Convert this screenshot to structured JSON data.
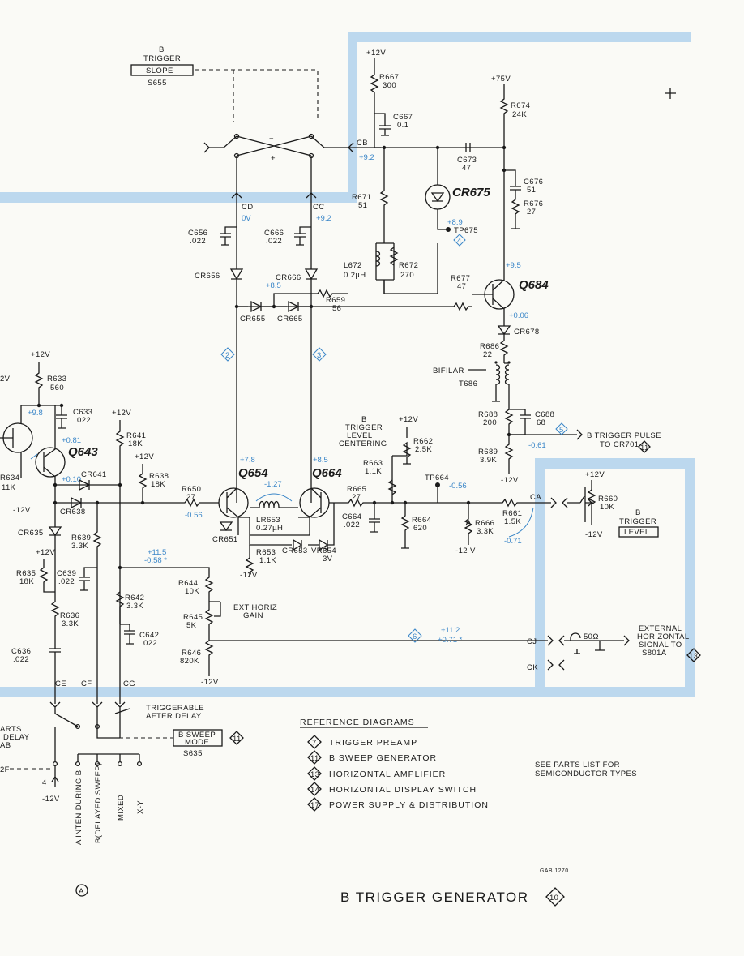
{
  "title": "B TRIGGER GENERATOR",
  "title_ref": "10",
  "doc_code": "GAB 1270",
  "corner_mark": "A",
  "colors": {
    "shield": "#bcd8ee",
    "voltage": "#3a86c8",
    "ink": "#1a1a1a"
  },
  "switch": {
    "label_top": "B",
    "label_mid": "TRIGGER",
    "button": "SLOPE",
    "ref": "S655",
    "minus": "−",
    "plus": "+"
  },
  "sweep_mode": {
    "button1": "B SWEEP",
    "button2": "MODE",
    "ref": "S635",
    "diag": "11",
    "triggerable_1": "TRIGGERABLE",
    "triggerable_2": "AFTER DELAY"
  },
  "pins": {
    "cb": "CB",
    "cc": "CC",
    "cd": "CD",
    "ce": "CE",
    "cf": "CF",
    "cg": "CG",
    "ca": "CA",
    "cj": "CJ",
    "ck": "CK"
  },
  "rails": {
    "p12": "+12V",
    "p75": "+75V",
    "m12": "-12V",
    "m12b": "-12 V",
    "m12v": "−12V",
    "p12b": "+12V"
  },
  "transistors": {
    "q684": "Q684",
    "q654": "Q654",
    "q664": "Q664",
    "q643": "Q643"
  },
  "components": {
    "r667": "R667",
    "r667v": "300",
    "c667": "C667",
    "c667v": "0.1",
    "r674": "R674",
    "r674v": "24K",
    "c673": "C673",
    "c673v": "47",
    "c676": "C676",
    "c676v": "51",
    "r676": "R676",
    "r676v": "27",
    "r671": "R671",
    "r671v": "51",
    "cr675": "CR675",
    "tp675": "TP675",
    "l672": "L672",
    "l672v": "0.2µH",
    "r672": "R672",
    "r672v": "270",
    "r677": "R677",
    "r677v": "47",
    "r659": "R659",
    "r659v": "56",
    "cr678": "CR678",
    "r686": "R686",
    "r686v": "22",
    "bifilar": "BIFILAR",
    "t686": "T686",
    "r688": "R688",
    "r688v": "200",
    "c688": "C688",
    "c688v": "68",
    "r689": "R689",
    "r689v": "3.9K",
    "c656": "C656",
    "c656v": ".022",
    "c666": "C666",
    "c666v": ".022",
    "cr656": "CR656",
    "cr666": "CR666",
    "cr655": "CR655",
    "cr665": "CR665",
    "r633": "R633",
    "r633v": "560",
    "c633": "C633",
    "c633v": ".022",
    "r641": "R641",
    "r641v": "18K",
    "r638": "R638",
    "r638v": "18K",
    "r650": "R650",
    "r650v": "27",
    "r665": "R665",
    "r665v": "27",
    "c664": "C664",
    "c664v": ".022",
    "r664": "R664",
    "r664v": "620",
    "r666": "R666",
    "r666v": "3.3K",
    "r661": "R661",
    "r661v": "1.5K",
    "r663": "R663",
    "r663v": "1.1K",
    "r662": "R662",
    "r662v": "2.5K",
    "trig_center_1": "TRIGGER",
    "trig_center_2": "LEVEL",
    "trig_center_3": "CENTERING",
    "trig_center_0": "B",
    "tp664": "TP664",
    "r660": "R660",
    "r660v": "10K",
    "trig_level_1": "B",
    "trig_level_2": "TRIGGER",
    "trig_level_3": "LEVEL",
    "cr641": "CR641",
    "cr638": "CR638",
    "cr635": "CR635",
    "cr651": "CR651",
    "lr653": "LR653",
    "lr653v": "0.27µH",
    "cr653": "CR653",
    "vr654": "VR654",
    "vr654v": "3V",
    "r653": "R653",
    "r653v": "1.1K",
    "r634": "R634",
    "r634v": "11K",
    "r639": "R639",
    "r639v": "3.3K",
    "c639": "C639",
    "c639v": ".022",
    "r635": "R635",
    "r635v": "18K",
    "r636": "R636",
    "r636v": "3.3K",
    "c636": "C636",
    "c636v": ".022",
    "r642": "R642",
    "r642v": "3.3K",
    "c642": "C642",
    "c642v": ".022",
    "r644": "R644",
    "r644v": "10K",
    "r645": "R645",
    "r645v": "5K",
    "r646": "R646",
    "r646v": "820K",
    "ext_gain_1": "EXT HORIZ",
    "ext_gain_2": "GAIN",
    "fifty": "50Ω",
    "ext_sig_1": "EXTERNAL",
    "ext_sig_2": "HORIZONTAL",
    "ext_sig_3": "SIGNAL TO",
    "ext_sig_4": "S801A",
    "ext_ref": "13",
    "pulse_label_1": "B TRIGGER PULSE",
    "pulse_label_2": "TO CR701",
    "pulse_ref": "11",
    "frag_arts": "ARTS",
    "frag_delay": "DELAY",
    "frag_ab": "AB",
    "frag_2f": "2F",
    "frag_4": "4",
    "frag_12v": "2V",
    "frag_r634": "R634",
    "frag_11k": "11K"
  },
  "voltages": {
    "cb": "+9.2",
    "cd": "0V",
    "cc": "+9.2",
    "tp675": "+8.9",
    "q684b": "+9.5",
    "q684e": "+0.06",
    "node85": "+8.5",
    "q654c": "+7.8",
    "q664c": "+8.5",
    "q654e": "-0.56",
    "q654q664": "-1.27",
    "tp664": "-0.56",
    "ca": "-0.71",
    "pulse": "-0.61",
    "q643c": "+9.8",
    "q643b": "+0.81",
    "q643e": "+0.10",
    "g11_5": "+11.5",
    "g0_58": "-0.58 *",
    "cj1": "+11.2",
    "cj2": "+0.71 *"
  },
  "waveforms": {
    "w2": "2",
    "w3": "3",
    "w4": "4",
    "w5": "5",
    "w6": "6"
  },
  "modes": {
    "a": "A INTEN DURING B",
    "b": "B(DELAYED SWEEP)",
    "mixed": "MIXED",
    "xy": "X-Y"
  },
  "references": {
    "header": "REFERENCE DIAGRAMS",
    "items": [
      {
        "num": "7",
        "label": "TRIGGER PREAMP"
      },
      {
        "num": "11",
        "label": "B SWEEP GENERATOR"
      },
      {
        "num": "13",
        "label": "HORIZONTAL AMPLIFIER"
      },
      {
        "num": "14",
        "label": "HORIZONTAL DISPLAY SWITCH"
      },
      {
        "num": "17",
        "label": "POWER SUPPLY & DISTRIBUTION"
      }
    ]
  },
  "note_1": "SEE PARTS LIST FOR",
  "note_2": "SEMICONDUCTOR TYPES"
}
